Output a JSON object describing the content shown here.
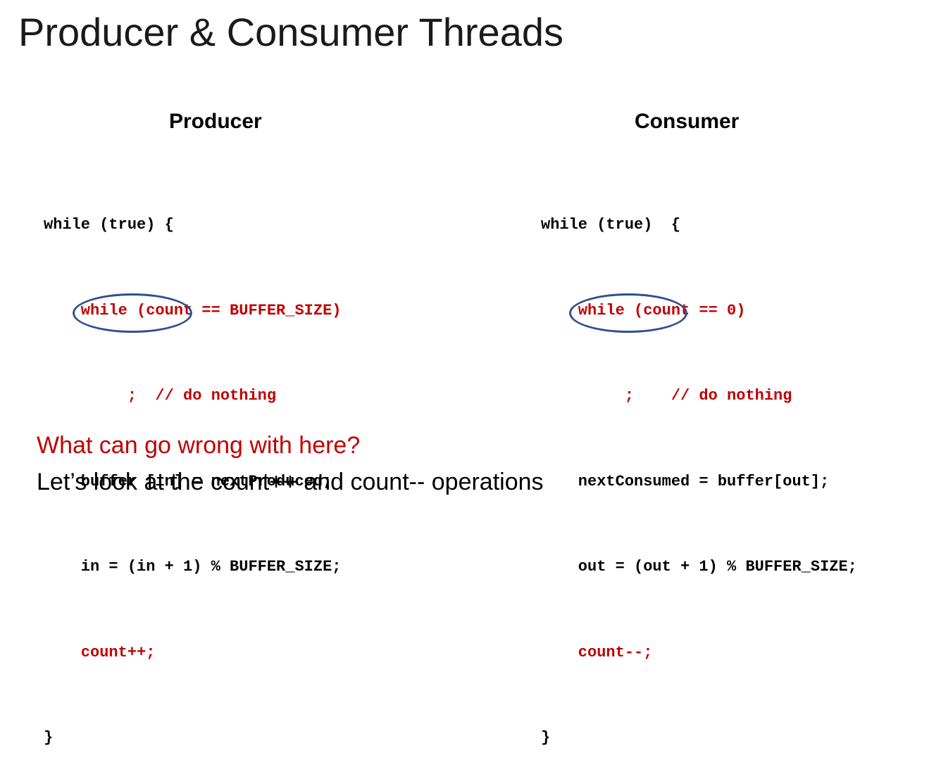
{
  "slide": {
    "title": "Producer & Consumer Threads"
  },
  "producer": {
    "heading": "Producer",
    "lines": [
      {
        "text": "while (true) {",
        "highlight": false
      },
      {
        "text": "    while (count == BUFFER_SIZE)",
        "highlight": true
      },
      {
        "text": "         ;  // do nothing",
        "highlight": true
      },
      {
        "text": "    buffer [in] = nextProduced;",
        "highlight": false
      },
      {
        "text": "    in = (in + 1) % BUFFER_SIZE;",
        "highlight": false
      },
      {
        "text": "    count++;",
        "highlight": true
      },
      {
        "text": "}",
        "highlight": false
      }
    ]
  },
  "consumer": {
    "heading": "Consumer",
    "lines": [
      {
        "text": "while (true)  {",
        "highlight": false
      },
      {
        "text": "    while (count == 0)",
        "highlight": true
      },
      {
        "text": "         ;    // do nothing",
        "highlight": true
      },
      {
        "text": "    nextConsumed = buffer[out];",
        "highlight": false
      },
      {
        "text": "    out = (out + 1) % BUFFER_SIZE;",
        "highlight": false
      },
      {
        "text": "    count--;",
        "highlight": true
      },
      {
        "text": "}",
        "highlight": false
      }
    ]
  },
  "footer": {
    "question": "What can go wrong with here?",
    "note": "Let’s look at the count++ and count-- operations"
  },
  "colors": {
    "highlight": "#c00000",
    "ellipse": "#2f4f8f",
    "text": "#000000"
  }
}
